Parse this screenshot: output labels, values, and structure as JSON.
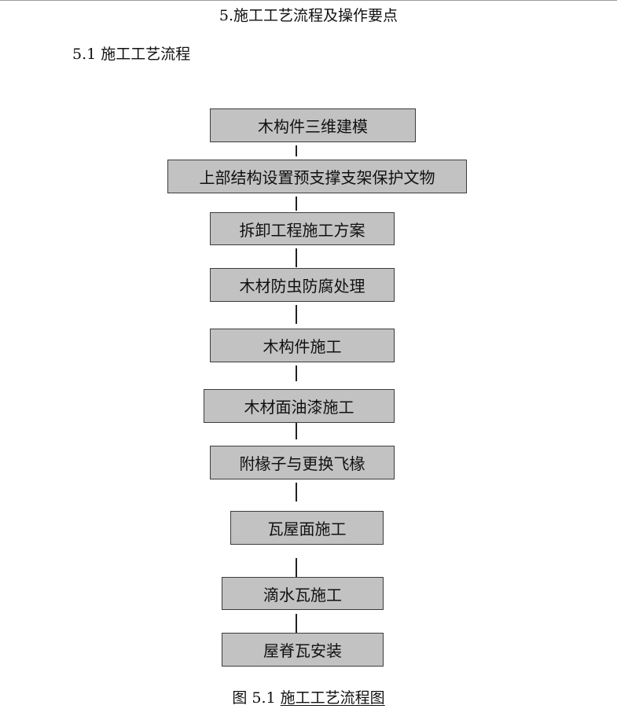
{
  "document": {
    "heading": "5.施工工艺流程及操作要点",
    "subheading": "5.1 施工工艺流程"
  },
  "flowchart": {
    "steps": [
      "木构件三维建模",
      "上部结构设置预支撑支架保护文物",
      "拆卸工程施工方案",
      "木材防虫防腐处理",
      "木构件施工",
      "木材面油漆施工",
      "附椽子与更换飞椽",
      "瓦屋面施工",
      "滴水瓦施工",
      "屋脊瓦安装"
    ]
  },
  "caption": {
    "prefix": "图 5.1 ",
    "title": "施工工艺流程图"
  }
}
